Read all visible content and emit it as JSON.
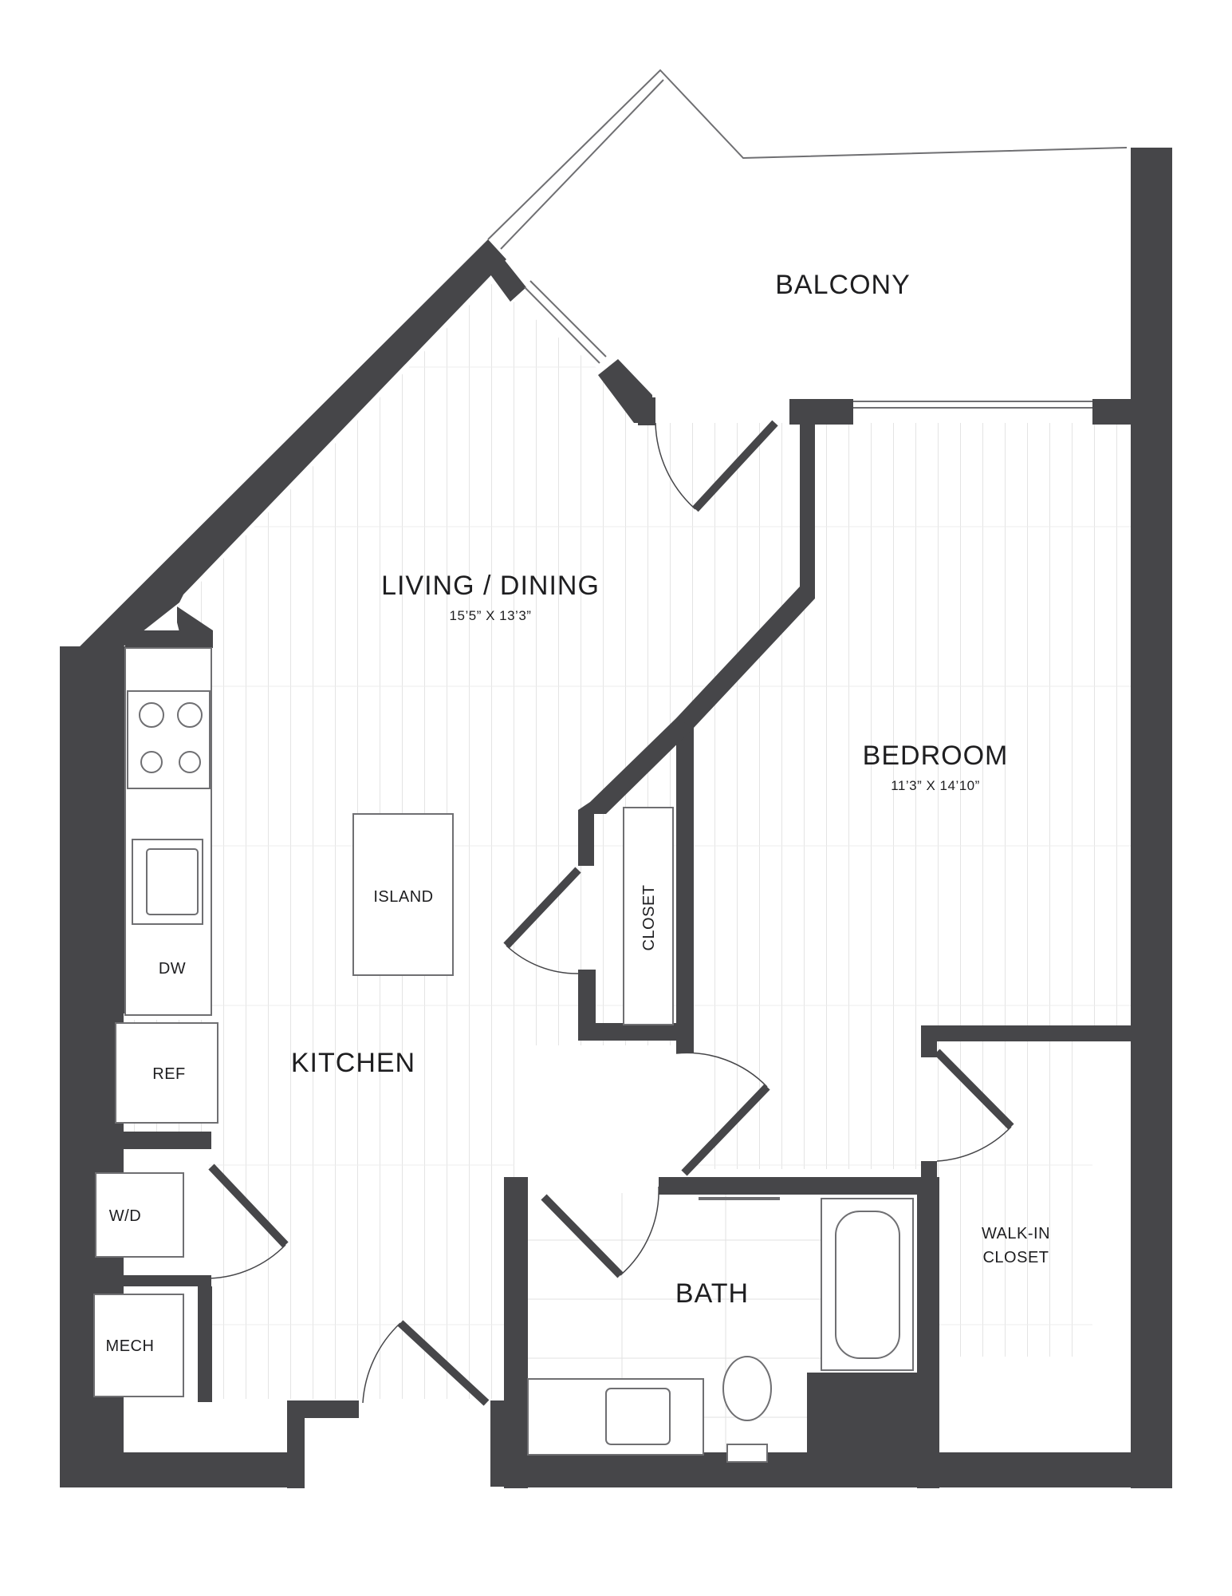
{
  "colors": {
    "wall": "#464649",
    "floor_line": "#e6e6e6",
    "fixture": "#6f6f72",
    "text": "#1e1e20"
  },
  "rooms": {
    "balcony": {
      "name": "BALCONY"
    },
    "living": {
      "name": "LIVING / DINING",
      "dim": "15’5” X 13’3”"
    },
    "bedroom": {
      "name": "BEDROOM",
      "dim": "11’3” X 14’10”"
    },
    "kitchen": {
      "name": "KITCHEN"
    },
    "bath": {
      "name": "BATH"
    },
    "walkin": {
      "name_line1": "WALK-IN",
      "name_line2": "CLOSET"
    }
  },
  "fixtures": {
    "island": "ISLAND",
    "closet": "CLOSET",
    "dw": "DW",
    "ref": "REF",
    "wd": "W/D",
    "mech": "MECH"
  }
}
